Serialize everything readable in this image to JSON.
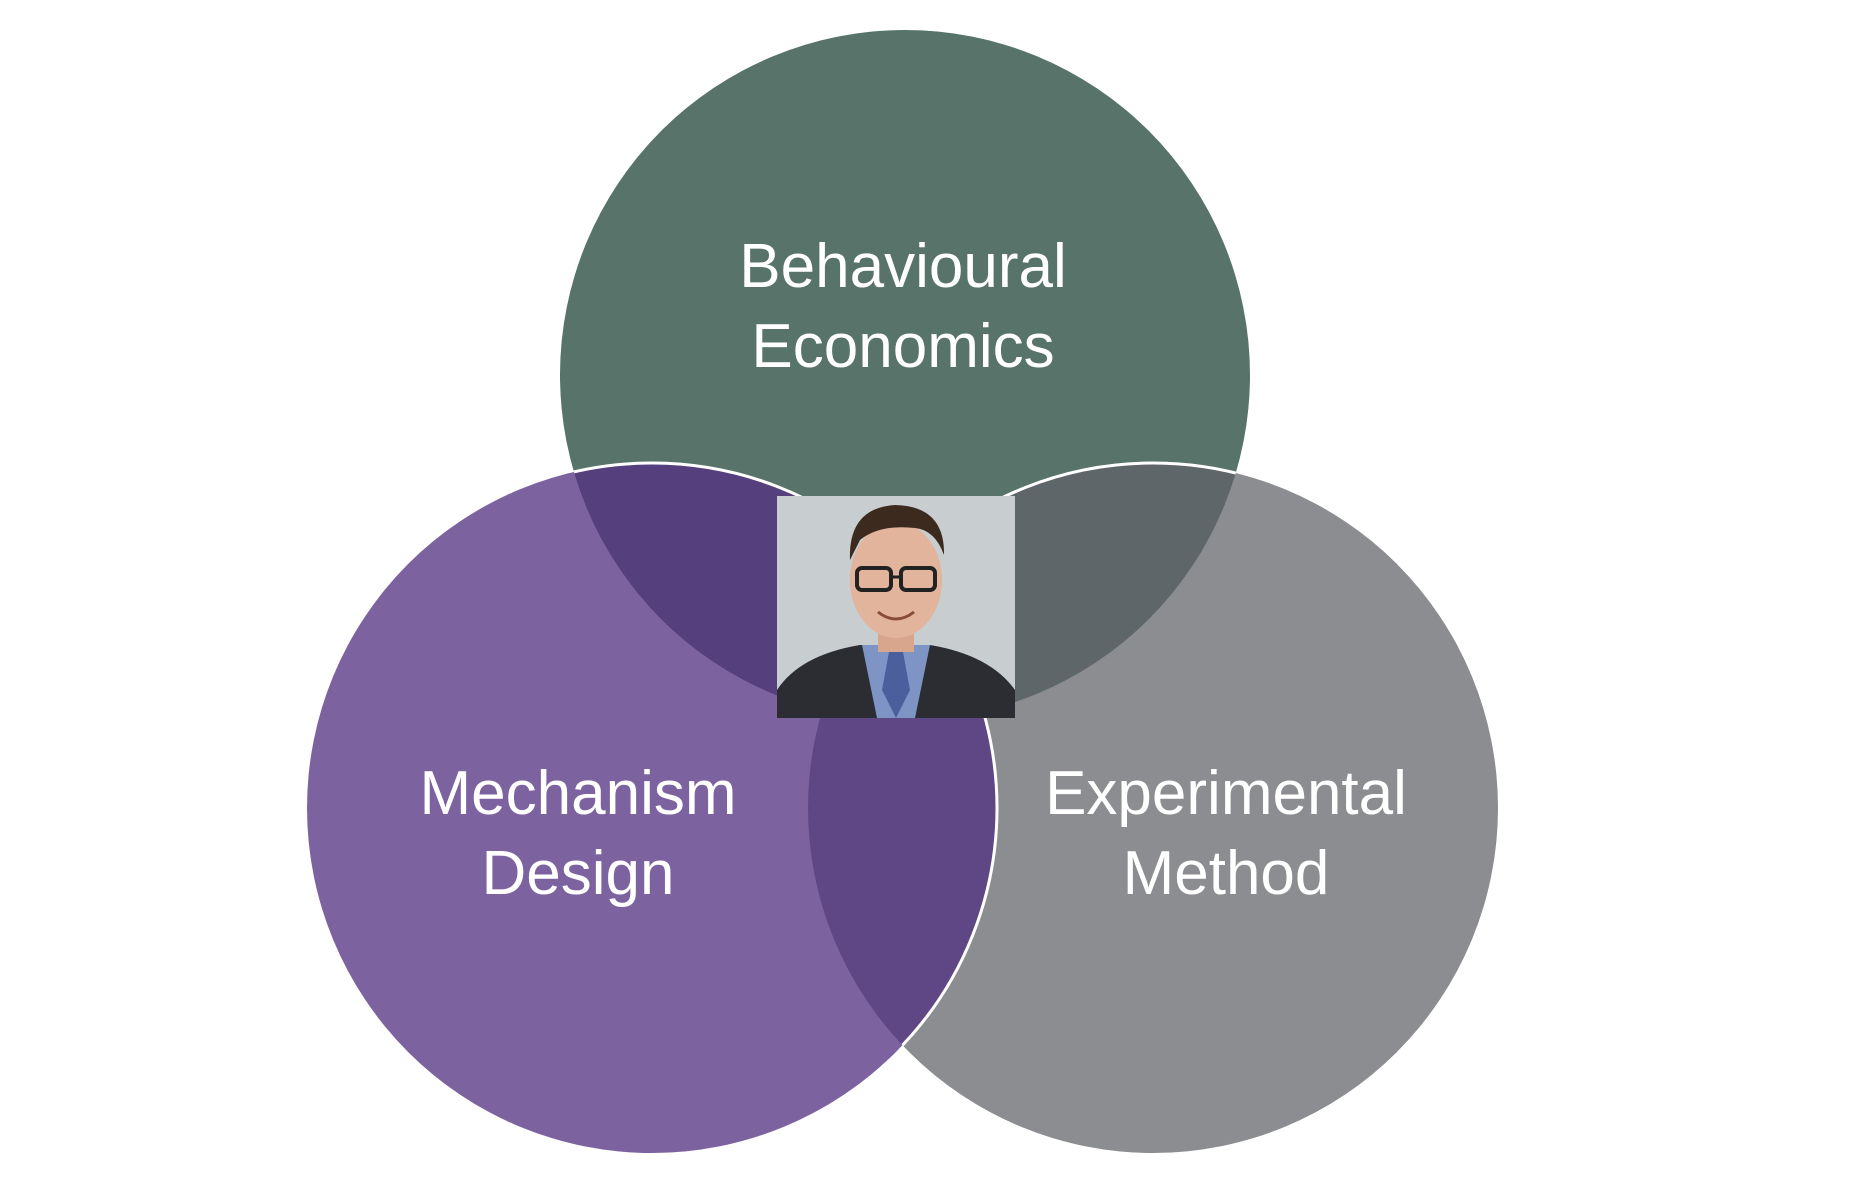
{
  "diagram": {
    "type": "venn-3",
    "circles": [
      {
        "id": "top",
        "line1": "Behavioural",
        "line2": "Economics",
        "color": "#587369"
      },
      {
        "id": "left",
        "line1": "Mechanism",
        "line2": "Design",
        "color": "#7d62a0"
      },
      {
        "id": "right",
        "line1": "Experimental",
        "line2": "Method",
        "color": "#8c8d90"
      }
    ],
    "overlap_colors": {
      "top_left": "#553f7c",
      "top_right": "#5f6669",
      "left_right": "#5f4785"
    },
    "center_photo": {
      "description": "headshot-portrait",
      "background": "#c8cdd0"
    }
  }
}
